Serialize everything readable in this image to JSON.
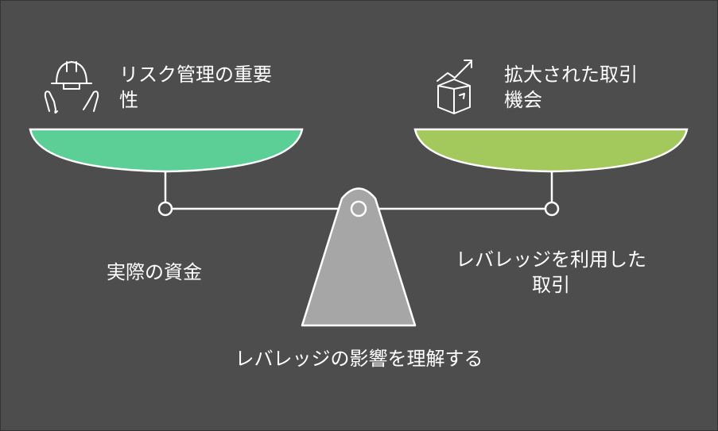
{
  "left": {
    "title": "リスク管理の重要性",
    "icon": "hands-hardhat-icon",
    "color": "#5ccf97",
    "sublabel": "実際の資金"
  },
  "right": {
    "title_line1": "拡大された取引",
    "title_line2": "機会",
    "icon": "book-growth-icon",
    "color": "#a3c85c",
    "sublabel_line1": "レバレッジを利用した",
    "sublabel_line2": "取引"
  },
  "title": "レバレッジの影響を理解する"
}
